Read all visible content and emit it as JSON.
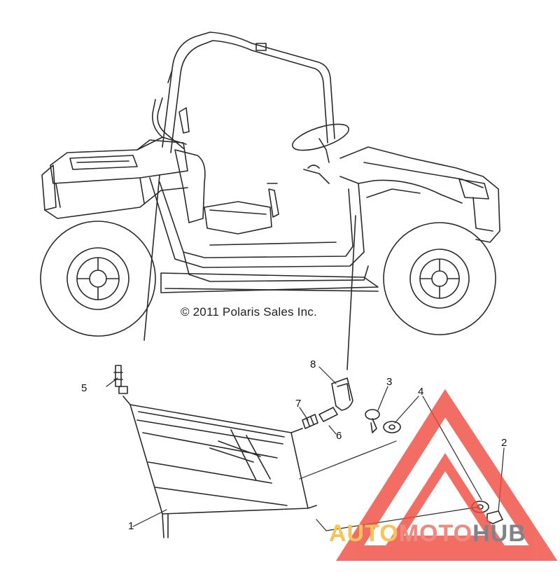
{
  "copyright": "© 2011 Polaris Sales Inc.",
  "callouts": [
    "1",
    "2",
    "3",
    "4",
    "5",
    "6",
    "7",
    "8"
  ],
  "watermark": {
    "part1": "AUTO",
    "part2": "MOTO",
    "part3": "HUB"
  },
  "colors": {
    "line": "#2a2a2a",
    "watermark_red": "#f04a3f",
    "watermark_yellow": "#f7c35a",
    "watermark_gray": "#7f8388"
  }
}
